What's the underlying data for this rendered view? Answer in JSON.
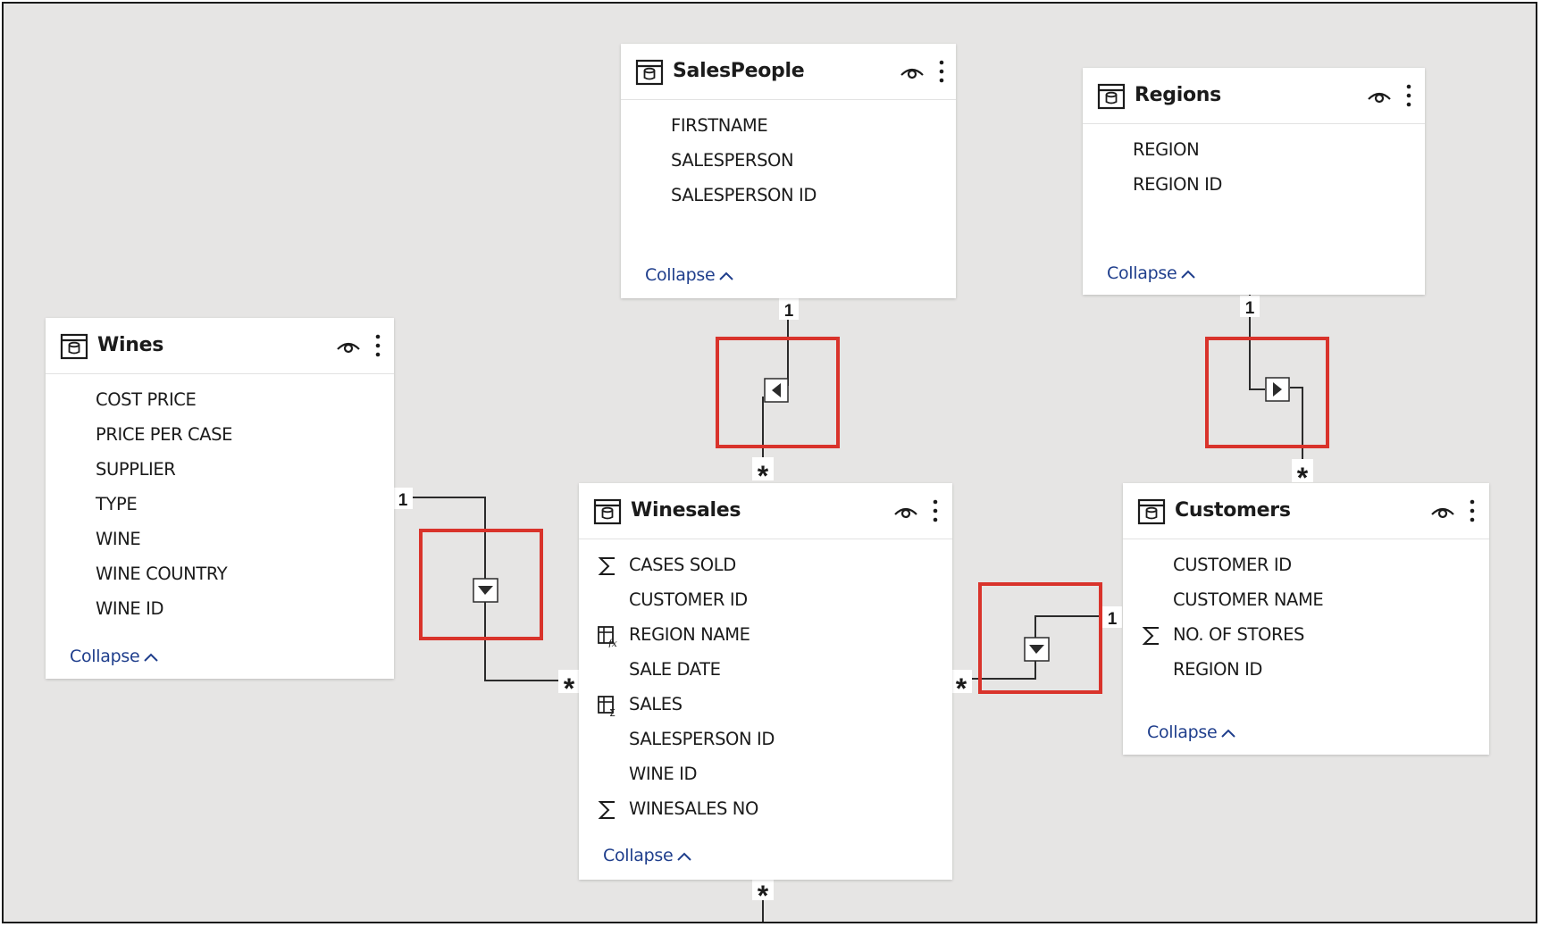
{
  "tables": {
    "salespeople": {
      "title": "SalesPeople",
      "fields": [
        "FIRSTNAME",
        "SALESPERSON",
        "SALESPERSON ID"
      ],
      "collapse": "Collapse"
    },
    "regions": {
      "title": "Regions",
      "fields": [
        "REGION",
        "REGION ID"
      ],
      "collapse": "Collapse"
    },
    "wines": {
      "title": "Wines",
      "fields": [
        "COST PRICE",
        "PRICE PER CASE",
        "SUPPLIER",
        "TYPE",
        "WINE",
        "WINE COUNTRY",
        "WINE ID"
      ],
      "collapse": "Collapse"
    },
    "winesales": {
      "title": "Winesales",
      "fields": [
        "CASES SOLD",
        "CUSTOMER ID",
        "REGION NAME",
        "SALE DATE",
        "SALES",
        "SALESPERSON ID",
        "WINE ID",
        "WINESALES NO"
      ],
      "field_icons": [
        "sigma-icon",
        "",
        "calculated-column-icon",
        "",
        "measure-icon",
        "",
        "",
        "sigma-icon"
      ],
      "collapse": "Collapse"
    },
    "customers": {
      "title": "Customers",
      "fields": [
        "CUSTOMER ID",
        "CUSTOMER NAME",
        "NO. OF STORES",
        "REGION ID"
      ],
      "field_icons": [
        "",
        "",
        "sigma-icon",
        ""
      ],
      "collapse": "Collapse"
    }
  },
  "relationships": {
    "one_marker": "1",
    "many_marker": "*",
    "items": [
      {
        "from": "SalesPeople",
        "to": "Winesales",
        "from_cardinality": "1",
        "to_cardinality": "*",
        "filter_direction": "left"
      },
      {
        "from": "Regions",
        "to": "Customers",
        "from_cardinality": "1",
        "to_cardinality": "*",
        "filter_direction": "right"
      },
      {
        "from": "Wines",
        "to": "Winesales",
        "from_cardinality": "1",
        "to_cardinality": "*",
        "filter_direction": "down"
      },
      {
        "from": "Customers",
        "to": "Winesales",
        "from_cardinality": "1",
        "to_cardinality": "*",
        "filter_direction": "down"
      }
    ]
  },
  "colors": {
    "canvas": "#e6e5e4",
    "card": "#ffffff",
    "highlight_box": "#d9332b",
    "link": "#1f3e8c",
    "line": "#2b2b2b"
  }
}
